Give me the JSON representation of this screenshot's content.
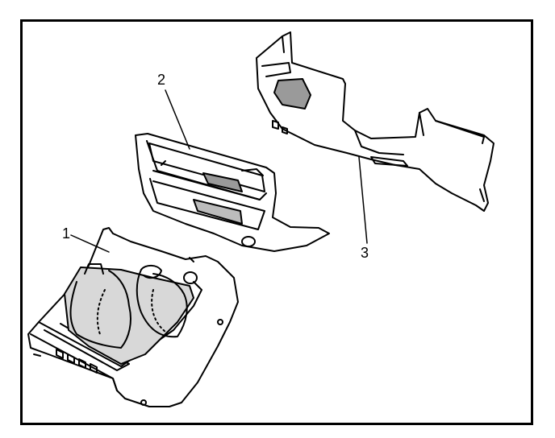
{
  "diagram": {
    "colors": {
      "line": "#000000",
      "background": "#ffffff"
    },
    "callouts": [
      {
        "id": "1",
        "label": "1"
      },
      {
        "id": "2",
        "label": "2"
      },
      {
        "id": "3",
        "label": "3"
      }
    ]
  }
}
